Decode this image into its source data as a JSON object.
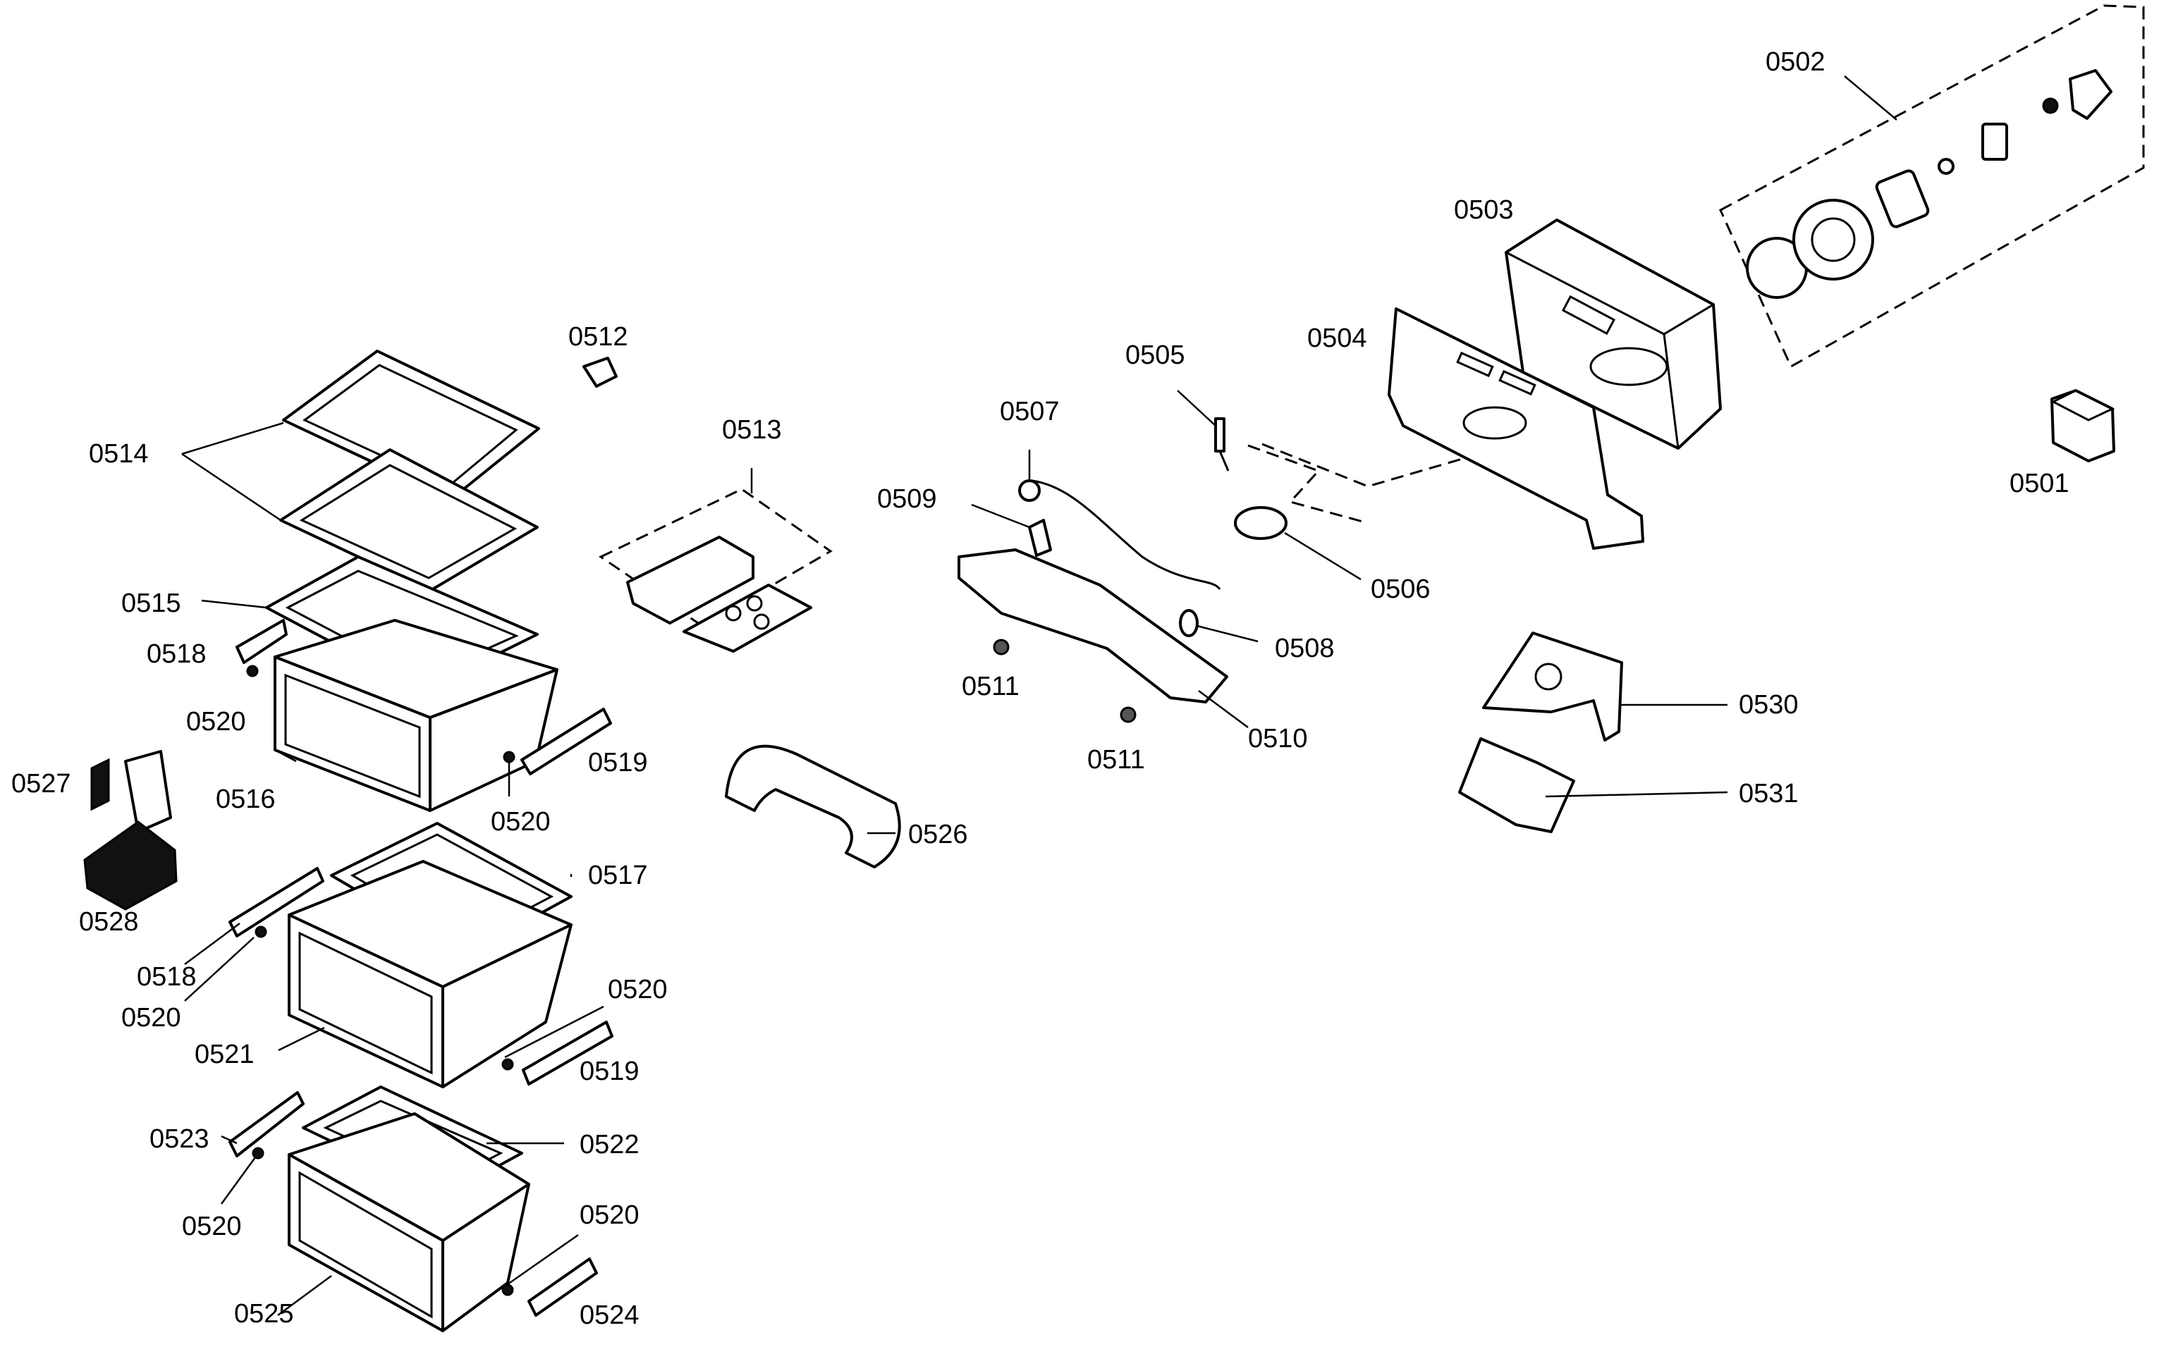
{
  "labels": {
    "p0501": "0501",
    "p0502": "0502",
    "p0503": "0503",
    "p0504": "0504",
    "p0505": "0505",
    "p0506": "0506",
    "p0507": "0507",
    "p0508": "0508",
    "p0509": "0509",
    "p0510": "0510",
    "p0511a": "0511",
    "p0511b": "0511",
    "p0512": "0512",
    "p0513": "0513",
    "p0514": "0514",
    "p0515": "0515",
    "p0516": "0516",
    "p0517": "0517",
    "p0518a": "0518",
    "p0518b": "0518",
    "p0519a": "0519",
    "p0519b": "0519",
    "p0520a": "0520",
    "p0520b": "0520",
    "p0520c": "0520",
    "p0520d": "0520",
    "p0520e": "0520",
    "p0520f": "0520",
    "p0521": "0521",
    "p0522": "0522",
    "p0523": "0523",
    "p0524": "0524",
    "p0525": "0525",
    "p0526": "0526",
    "p0527": "0527",
    "p0528": "0528",
    "p0530": "0530",
    "p0531": "0531"
  }
}
